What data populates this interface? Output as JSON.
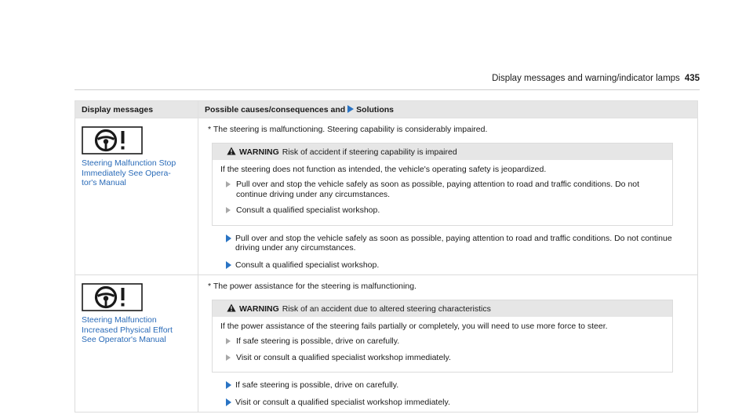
{
  "header": {
    "section_title": "Display messages and warning/indicator lamps",
    "page_number": "435"
  },
  "table": {
    "col1_header": "Display messages",
    "col2_header_pre": "Possible causes/consequences and",
    "col2_header_post": "Solutions",
    "rows": [
      {
        "symbol_icon": "steering-wheel-warning-icon",
        "message_lines": [
          "Steering Malfunction Stop",
          "Immediately See Opera-",
          "tor's Manual"
        ],
        "cause": "* The steering is malfunctioning. Steering capability is considerably impaired.",
        "warning_label": "WARNING",
        "warning_title": "Risk of accident if steering capability is impaired",
        "warning_text": "If the steering does not function as intended, the vehicle's operating safety is jeopardized.",
        "warning_steps": [
          "Pull over and stop the vehicle safely as soon as possible, paying attention to road and traffic conditions. Do not continue driving under any circumstances.",
          "Consult a qualified specialist workshop."
        ],
        "solutions": [
          "Pull over and stop the vehicle safely as soon as possible, paying attention to road and traffic conditions. Do not continue driving under any circumstances.",
          "Consult a qualified specialist workshop."
        ]
      },
      {
        "symbol_icon": "steering-wheel-warning-icon",
        "message_lines": [
          "Steering Malfunction",
          "Increased Physical Effort",
          "See Operator's Manual"
        ],
        "cause": "* The power assistance for the steering is malfunctioning.",
        "warning_label": "WARNING",
        "warning_title": "Risk of an accident due to altered steering characteristics",
        "warning_text": "If the power assistance of the steering fails partially or completely, you will need to use more force to steer.",
        "warning_steps": [
          "If safe steering is possible, drive on carefully.",
          "Visit or consult a qualified specialist workshop immediately."
        ],
        "solutions": [
          "If safe steering is possible, drive on carefully.",
          "Visit or consult a qualified specialist workshop immediately."
        ]
      }
    ]
  },
  "colors": {
    "accent_blue": "#2a74c4",
    "header_gray": "#e6e6e6"
  }
}
